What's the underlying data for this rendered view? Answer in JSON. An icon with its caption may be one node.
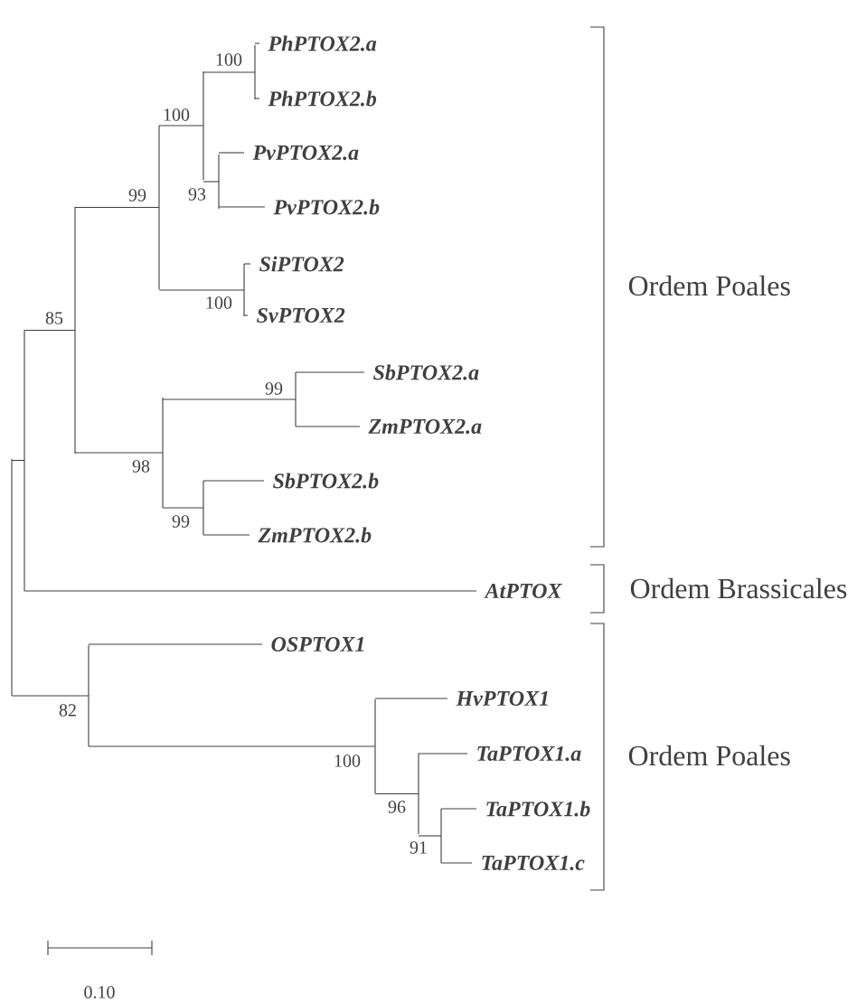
{
  "diagram": {
    "nodes": [
      {
        "text": [
          "PhPTOX2.a"
        ]
      },
      {
        "text": [
          "PhPTOX2.b"
        ]
      },
      {
        "text": [
          "PvPTOX2.a"
        ]
      },
      {
        "text": [
          "PvPTOX2.b"
        ]
      },
      {
        "text": [
          "SiPTOX2"
        ]
      },
      {
        "text": [
          "SvPTOX2"
        ]
      },
      {
        "text": [
          "SbPTOX2.a"
        ]
      },
      {
        "text": [
          "ZmPTOX2.a"
        ]
      },
      {
        "text": [
          "SbPTOX2.b"
        ]
      },
      {
        "text": [
          "ZmPTOX2.b"
        ]
      },
      {
        "text": [
          "AtPTOX"
        ]
      },
      {
        "text": [
          "OSPTOX1"
        ]
      },
      {
        "text": [
          "HvPTOX1"
        ]
      },
      {
        "text": [
          "TaPTOX1.a"
        ]
      },
      {
        "text": [
          "TaPTOX1.b"
        ]
      },
      {
        "text": [
          "TaPTOX1.c"
        ]
      },
      {
        "text": [],
        "shape": "bar"
      },
      {
        "text": [],
        "shape": "bar"
      },
      {
        "text": [
          "85"
        ]
      },
      {
        "text": [
          "99"
        ]
      },
      {
        "text": [
          "100"
        ]
      },
      {
        "text": [
          "100"
        ]
      },
      {
        "text": [
          "93"
        ]
      },
      {
        "text": [
          "100"
        ]
      },
      {
        "text": [
          "98"
        ]
      },
      {
        "text": [
          "99"
        ]
      },
      {
        "text": [
          "99"
        ]
      },
      {
        "text": [
          "82"
        ]
      },
      {
        "text": [
          "100"
        ]
      },
      {
        "text": [
          "96"
        ]
      },
      {
        "text": [
          "91"
        ]
      }
    ],
    "edges": [
      {
        "from": 16,
        "to": 17,
        "arrow": "none"
      },
      {
        "from": 16,
        "to": 27,
        "arrow": "none"
      },
      {
        "from": 17,
        "to": 18,
        "arrow": "none"
      },
      {
        "from": 17,
        "to": 10,
        "arrow": "none"
      },
      {
        "from": 18,
        "to": 19,
        "arrow": "none"
      },
      {
        "from": 18,
        "to": 24,
        "arrow": "none"
      },
      {
        "from": 19,
        "to": 20,
        "arrow": "none"
      },
      {
        "from": 19,
        "to": 23,
        "arrow": "none"
      },
      {
        "from": 20,
        "to": 21,
        "arrow": "none"
      },
      {
        "from": 20,
        "to": 22,
        "arrow": "none"
      },
      {
        "from": 21,
        "to": 0,
        "arrow": "none"
      },
      {
        "from": 21,
        "to": 1,
        "arrow": "none"
      },
      {
        "from": 22,
        "to": 2,
        "arrow": "none"
      },
      {
        "from": 22,
        "to": 3,
        "arrow": "none"
      },
      {
        "from": 23,
        "to": 4,
        "arrow": "none"
      },
      {
        "from": 23,
        "to": 5,
        "arrow": "none"
      },
      {
        "from": 24,
        "to": 25,
        "arrow": "none"
      },
      {
        "from": 24,
        "to": 26,
        "arrow": "none"
      },
      {
        "from": 25,
        "to": 6,
        "arrow": "none"
      },
      {
        "from": 25,
        "to": 7,
        "arrow": "none"
      },
      {
        "from": 26,
        "to": 8,
        "arrow": "none"
      },
      {
        "from": 26,
        "to": 9,
        "arrow": "none"
      },
      {
        "from": 27,
        "to": 11,
        "arrow": "none"
      },
      {
        "from": 27,
        "to": 28,
        "arrow": "none"
      },
      {
        "from": 28,
        "to": 12,
        "arrow": "none"
      },
      {
        "from": 28,
        "to": 29,
        "arrow": "none"
      },
      {
        "from": 29,
        "to": 13,
        "arrow": "none"
      },
      {
        "from": 29,
        "to": 30,
        "arrow": "none"
      },
      {
        "from": 30,
        "to": 14,
        "arrow": "none"
      },
      {
        "from": 30,
        "to": 15,
        "arrow": "none"
      }
    ],
    "labels": [
      "Ordem Poales",
      "Ordem Brassicales",
      "Ordem Poales",
      "0.10"
    ]
  }
}
